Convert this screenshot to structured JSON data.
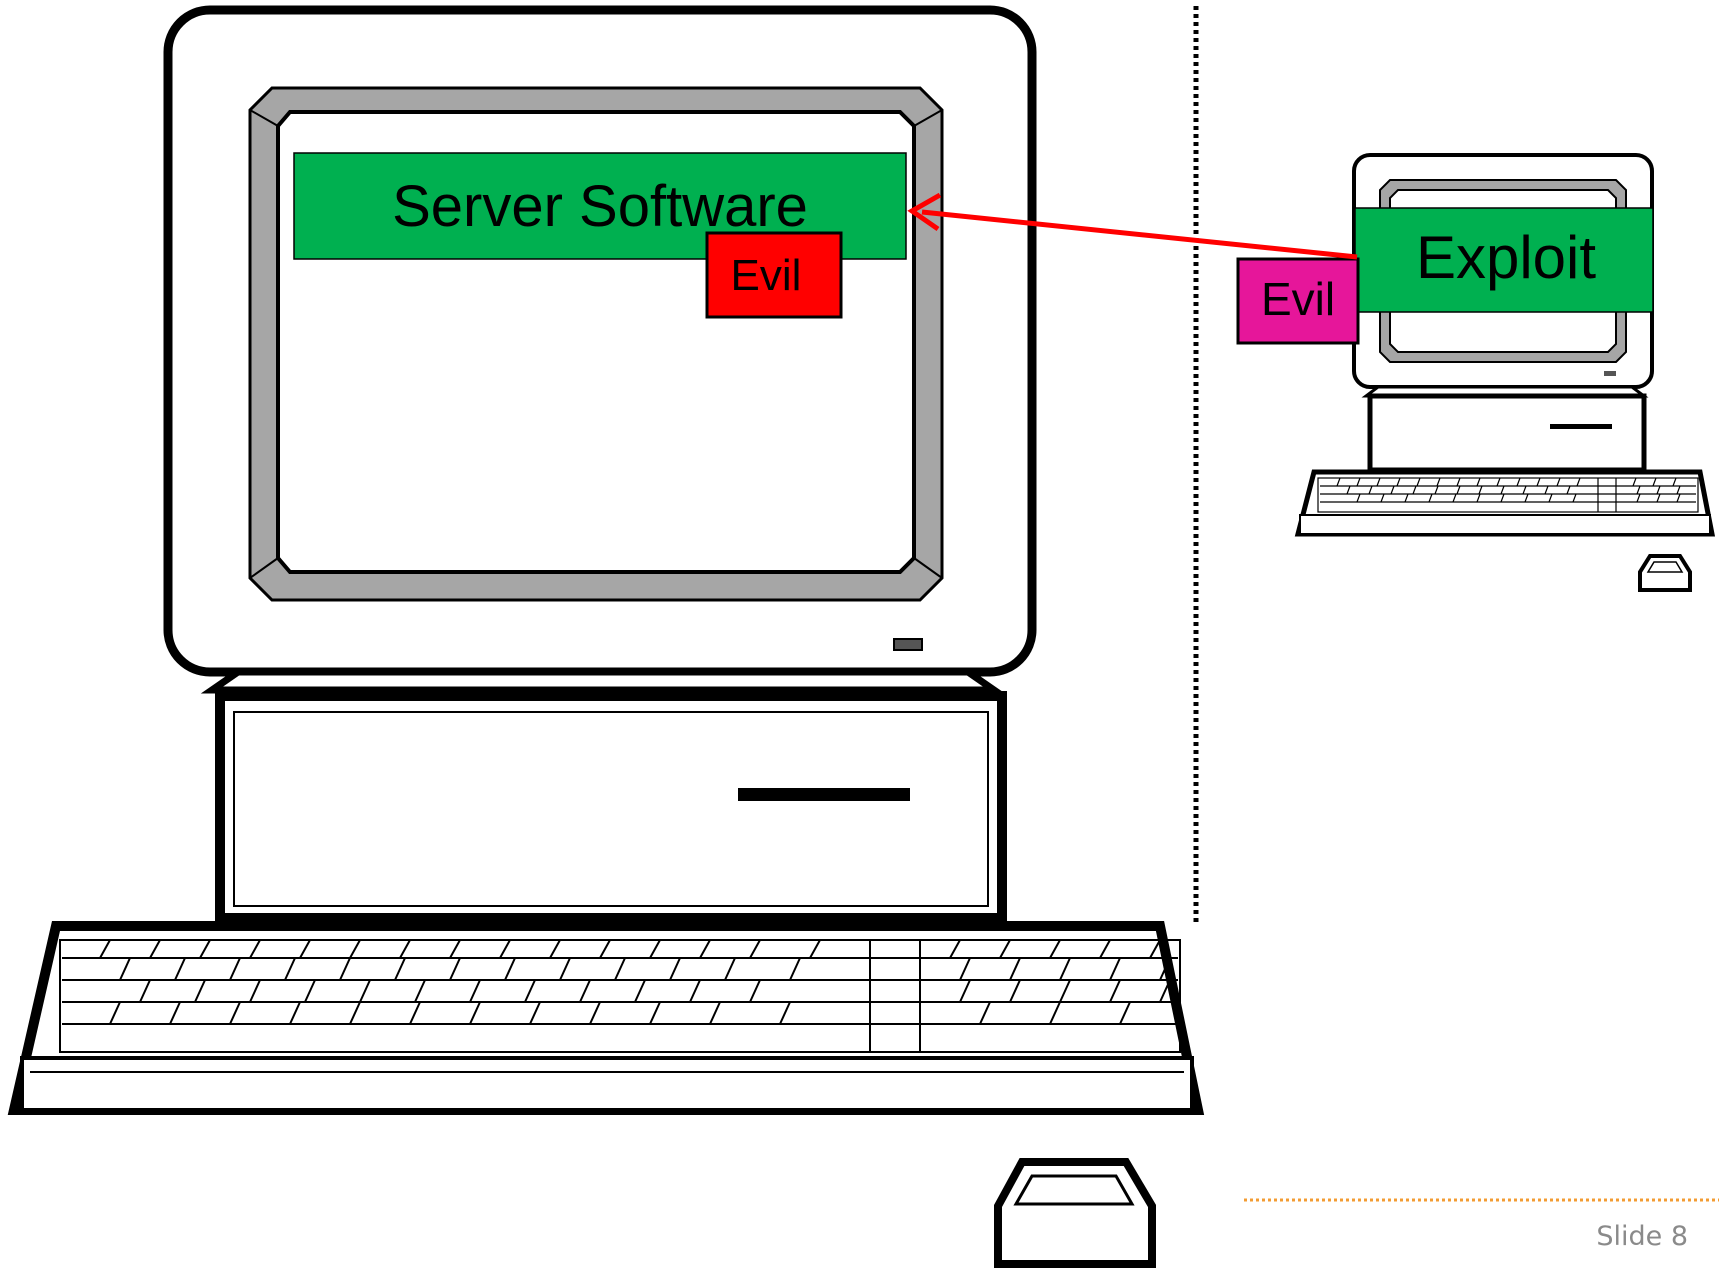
{
  "server": {
    "software_label": "Server Software",
    "evil_label": "Evil"
  },
  "attacker": {
    "exploit_label": "Exploit",
    "evil_label": "Evil"
  },
  "footer": {
    "slide_label": "Slide 8"
  },
  "colors": {
    "software_green": "#00b050",
    "evil_red": "#ff0000",
    "evil_magenta": "#e6169a",
    "arrow_red": "#ff0000",
    "footer_rule": "#f39c33"
  },
  "icons": {
    "server_computer": "computer-icon",
    "attacker_computer": "computer-icon",
    "arrow": "arrow-icon"
  }
}
